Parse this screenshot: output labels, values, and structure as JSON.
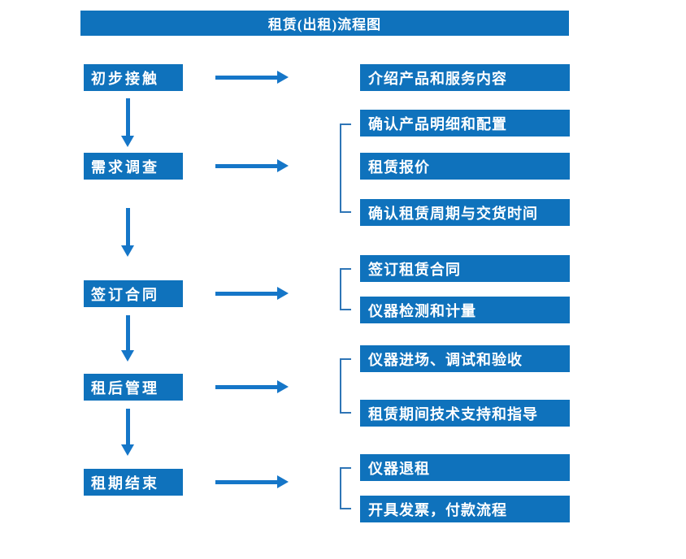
{
  "title": "租赁(出租)流程图",
  "colors": {
    "box_blue": "#0F72BC",
    "arrow_blue": "#1576C8",
    "bracket_blue": "#2E75B6",
    "text": "#FFFFFF",
    "background": "#FFFFFF"
  },
  "flow": [
    {
      "step": "初步接触",
      "details": [
        "介绍产品和服务内容"
      ]
    },
    {
      "step": "需求调查",
      "details": [
        "确认产品明细和配置",
        "租赁报价",
        "确认租赁周期与交货时间"
      ]
    },
    {
      "step": "签订合同",
      "details": [
        "签订租赁合同",
        "仪器检测和计量"
      ]
    },
    {
      "step": "租后管理",
      "details": [
        "仪器进场、调试和验收",
        "租赁期间技术支持和指导"
      ]
    },
    {
      "step": "租期结束",
      "details": [
        "仪器退租",
        "开具发票，付款流程"
      ]
    }
  ]
}
